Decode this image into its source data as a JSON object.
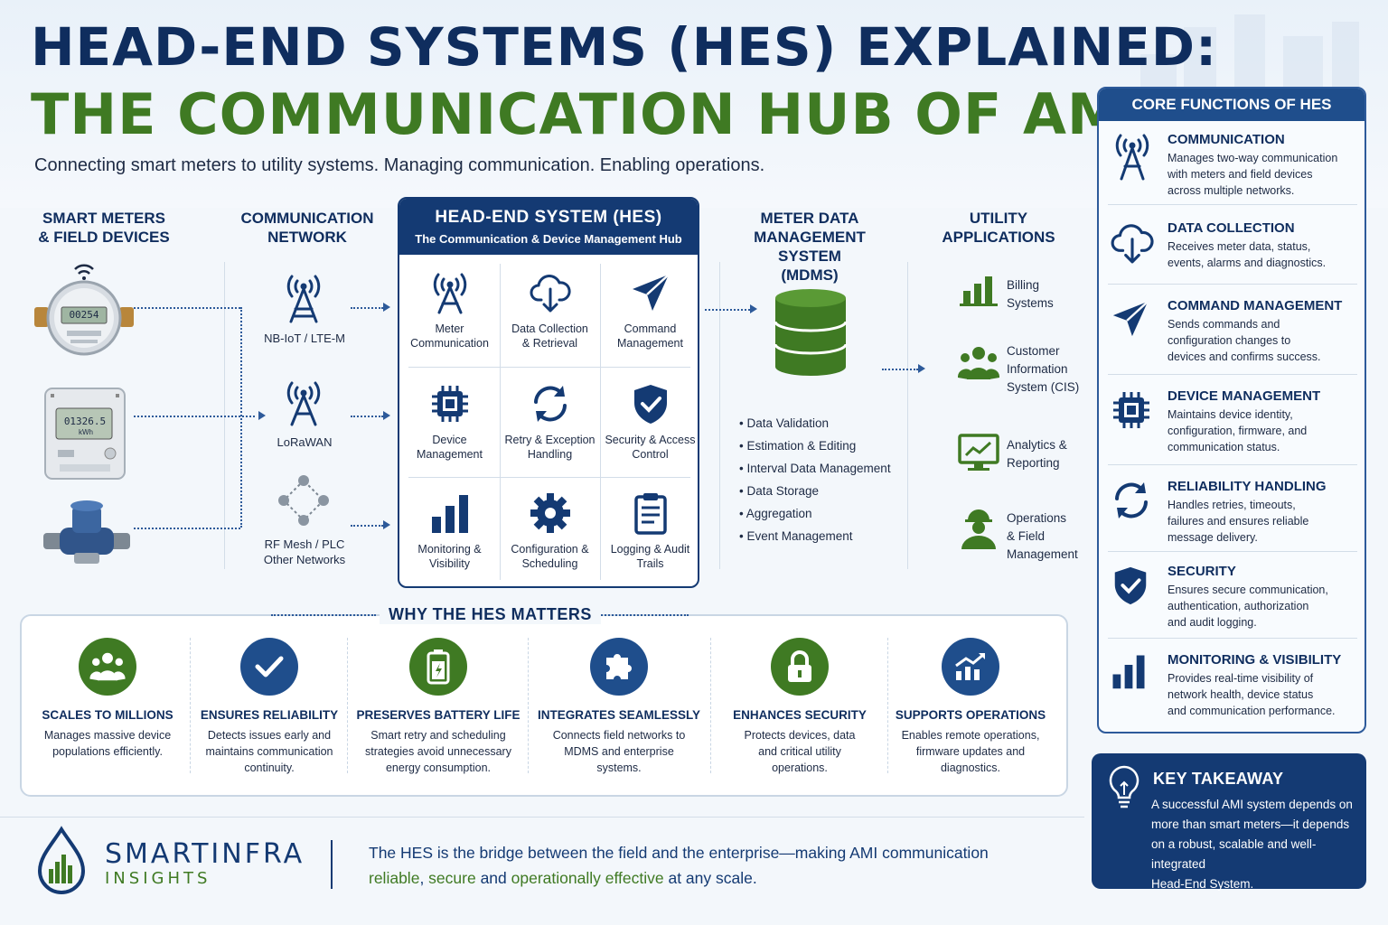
{
  "title_line1": "HEAD-END SYSTEMS (HES) EXPLAINED:",
  "title_line2": "THE COMMUNICATION HUB OF AMI",
  "subtitle": "Connecting smart meters to utility systems. Managing communication. Enabling operations.",
  "columns": {
    "smart_meters": [
      "SMART METERS",
      "& FIELD DEVICES"
    ],
    "network": [
      "COMMUNICATION",
      "NETWORK"
    ],
    "mdms": [
      "METER DATA",
      "MANAGEMENT SYSTEM",
      "(MDMS)"
    ],
    "utility": [
      "UTILITY",
      "APPLICATIONS"
    ]
  },
  "meters": {
    "water_reading": "00254",
    "electric_reading": "01326.5",
    "electric_unit": "kWh"
  },
  "networks": [
    "NB-IoT / LTE-M",
    "LoRaWAN",
    [
      "RF Mesh / PLC",
      "Other Networks"
    ]
  ],
  "hes": {
    "title": "HEAD-END SYSTEM (HES)",
    "subtitle": "The Communication & Device Management Hub",
    "cells": [
      {
        "icon": "antenna-icon",
        "label": [
          "Meter",
          "Communication"
        ]
      },
      {
        "icon": "cloud-download-icon",
        "label": [
          "Data Collection",
          "& Retrieval"
        ]
      },
      {
        "icon": "paper-plane-icon",
        "label": [
          "Command",
          "Management"
        ]
      },
      {
        "icon": "chip-icon",
        "label": [
          "Device",
          "Management"
        ]
      },
      {
        "icon": "refresh-icon",
        "label": [
          "Retry & Exception",
          "Handling"
        ]
      },
      {
        "icon": "shield-check-icon",
        "label": [
          "Security & Access",
          "Control"
        ]
      },
      {
        "icon": "bar-chart-icon",
        "label": [
          "Monitoring &",
          "Visibility"
        ]
      },
      {
        "icon": "gear-icon",
        "label": [
          "Configuration &",
          "Scheduling"
        ]
      },
      {
        "icon": "clipboard-icon",
        "label": [
          "Logging & Audit",
          "Trails"
        ]
      }
    ]
  },
  "mdms_list": [
    "Data Validation",
    "Estimation & Editing",
    "Interval Data Management",
    "Data Storage",
    "Aggregation",
    "Event Management"
  ],
  "apps": [
    {
      "icon": "bar-chart-icon",
      "label": [
        "Billing",
        "Systems"
      ]
    },
    {
      "icon": "people-icon",
      "label": [
        "Customer",
        "Information",
        "System (CIS)"
      ]
    },
    {
      "icon": "monitor-chart-icon",
      "label": [
        "Analytics &",
        "Reporting"
      ]
    },
    {
      "icon": "worker-icon",
      "label": [
        "Operations",
        "& Field",
        "Management"
      ]
    }
  ],
  "core": {
    "title": "CORE FUNCTIONS OF HES",
    "items": [
      {
        "icon": "antenna-icon",
        "title": "COMMUNICATION",
        "desc": [
          "Manages two-way communication",
          "with meters and field devices",
          "across multiple networks."
        ]
      },
      {
        "icon": "cloud-download-icon",
        "title": "DATA COLLECTION",
        "desc": [
          "Receives meter data, status,",
          "events, alarms and diagnostics."
        ]
      },
      {
        "icon": "paper-plane-icon",
        "title": "COMMAND MANAGEMENT",
        "desc": [
          "Sends commands and",
          "configuration changes to",
          "devices and confirms success."
        ]
      },
      {
        "icon": "chip-icon",
        "title": "DEVICE MANAGEMENT",
        "desc": [
          "Maintains device identity,",
          "configuration, firmware, and",
          "communication status."
        ]
      },
      {
        "icon": "refresh-icon",
        "title": "RELIABILITY HANDLING",
        "desc": [
          "Handles retries, timeouts,",
          "failures and ensures reliable",
          "message delivery."
        ]
      },
      {
        "icon": "shield-check-icon",
        "title": "SECURITY",
        "desc": [
          "Ensures secure communication,",
          "authentication, authorization",
          "and audit logging."
        ]
      },
      {
        "icon": "bar-chart-icon",
        "title": "MONITORING & VISIBILITY",
        "desc": [
          "Provides real-time visibility of",
          "network health, device status",
          "and communication performance."
        ]
      }
    ]
  },
  "why": {
    "title": "WHY THE HES MATTERS",
    "items": [
      {
        "icon": "people-icon",
        "color": "#3f7a23",
        "title": "SCALES TO MILLIONS",
        "desc": [
          "Manages massive device",
          "populations efficiently."
        ]
      },
      {
        "icon": "check-icon",
        "color": "#1f4e8c",
        "title": "ENSURES RELIABILITY",
        "desc": [
          "Detects issues early and",
          "maintains communication",
          "continuity."
        ]
      },
      {
        "icon": "battery-icon",
        "color": "#3f7a23",
        "title": "PRESERVES BATTERY LIFE",
        "desc": [
          "Smart retry and scheduling",
          "strategies avoid unnecessary",
          "energy consumption."
        ]
      },
      {
        "icon": "puzzle-icon",
        "color": "#1f4e8c",
        "title": "INTEGRATES SEAMLESSLY",
        "desc": [
          "Connects field networks to",
          "MDMS and enterprise",
          "systems."
        ]
      },
      {
        "icon": "lock-icon",
        "color": "#3f7a23",
        "title": "ENHANCES SECURITY",
        "desc": [
          "Protects devices, data",
          "and critical utility",
          "operations."
        ]
      },
      {
        "icon": "trend-chart-icon",
        "color": "#1f4e8c",
        "title": "SUPPORTS OPERATIONS",
        "desc": [
          "Enables remote operations,",
          "firmware updates and",
          "diagnostics."
        ]
      }
    ]
  },
  "takeaway": {
    "title": "KEY TAKEAWAY",
    "desc": [
      "A successful AMI system depends on",
      "more than smart meters—it depends",
      "on a robust, scalable and well-integrated",
      "Head-End System."
    ]
  },
  "brand": {
    "line1": "SMARTINFRA",
    "line2": "INSIGHTS"
  },
  "footer": {
    "line1": "The HES is the bridge between the field and the enterprise—making AMI communication",
    "part_reliable": "reliable",
    "part_sep1": ", ",
    "part_secure": "secure",
    "part_and": " and ",
    "part_effective": "operationally effective",
    "part_end": " at any scale."
  },
  "colors": {
    "navy": "#143a73",
    "green": "#3f7a23",
    "blue": "#1f4e8c"
  }
}
